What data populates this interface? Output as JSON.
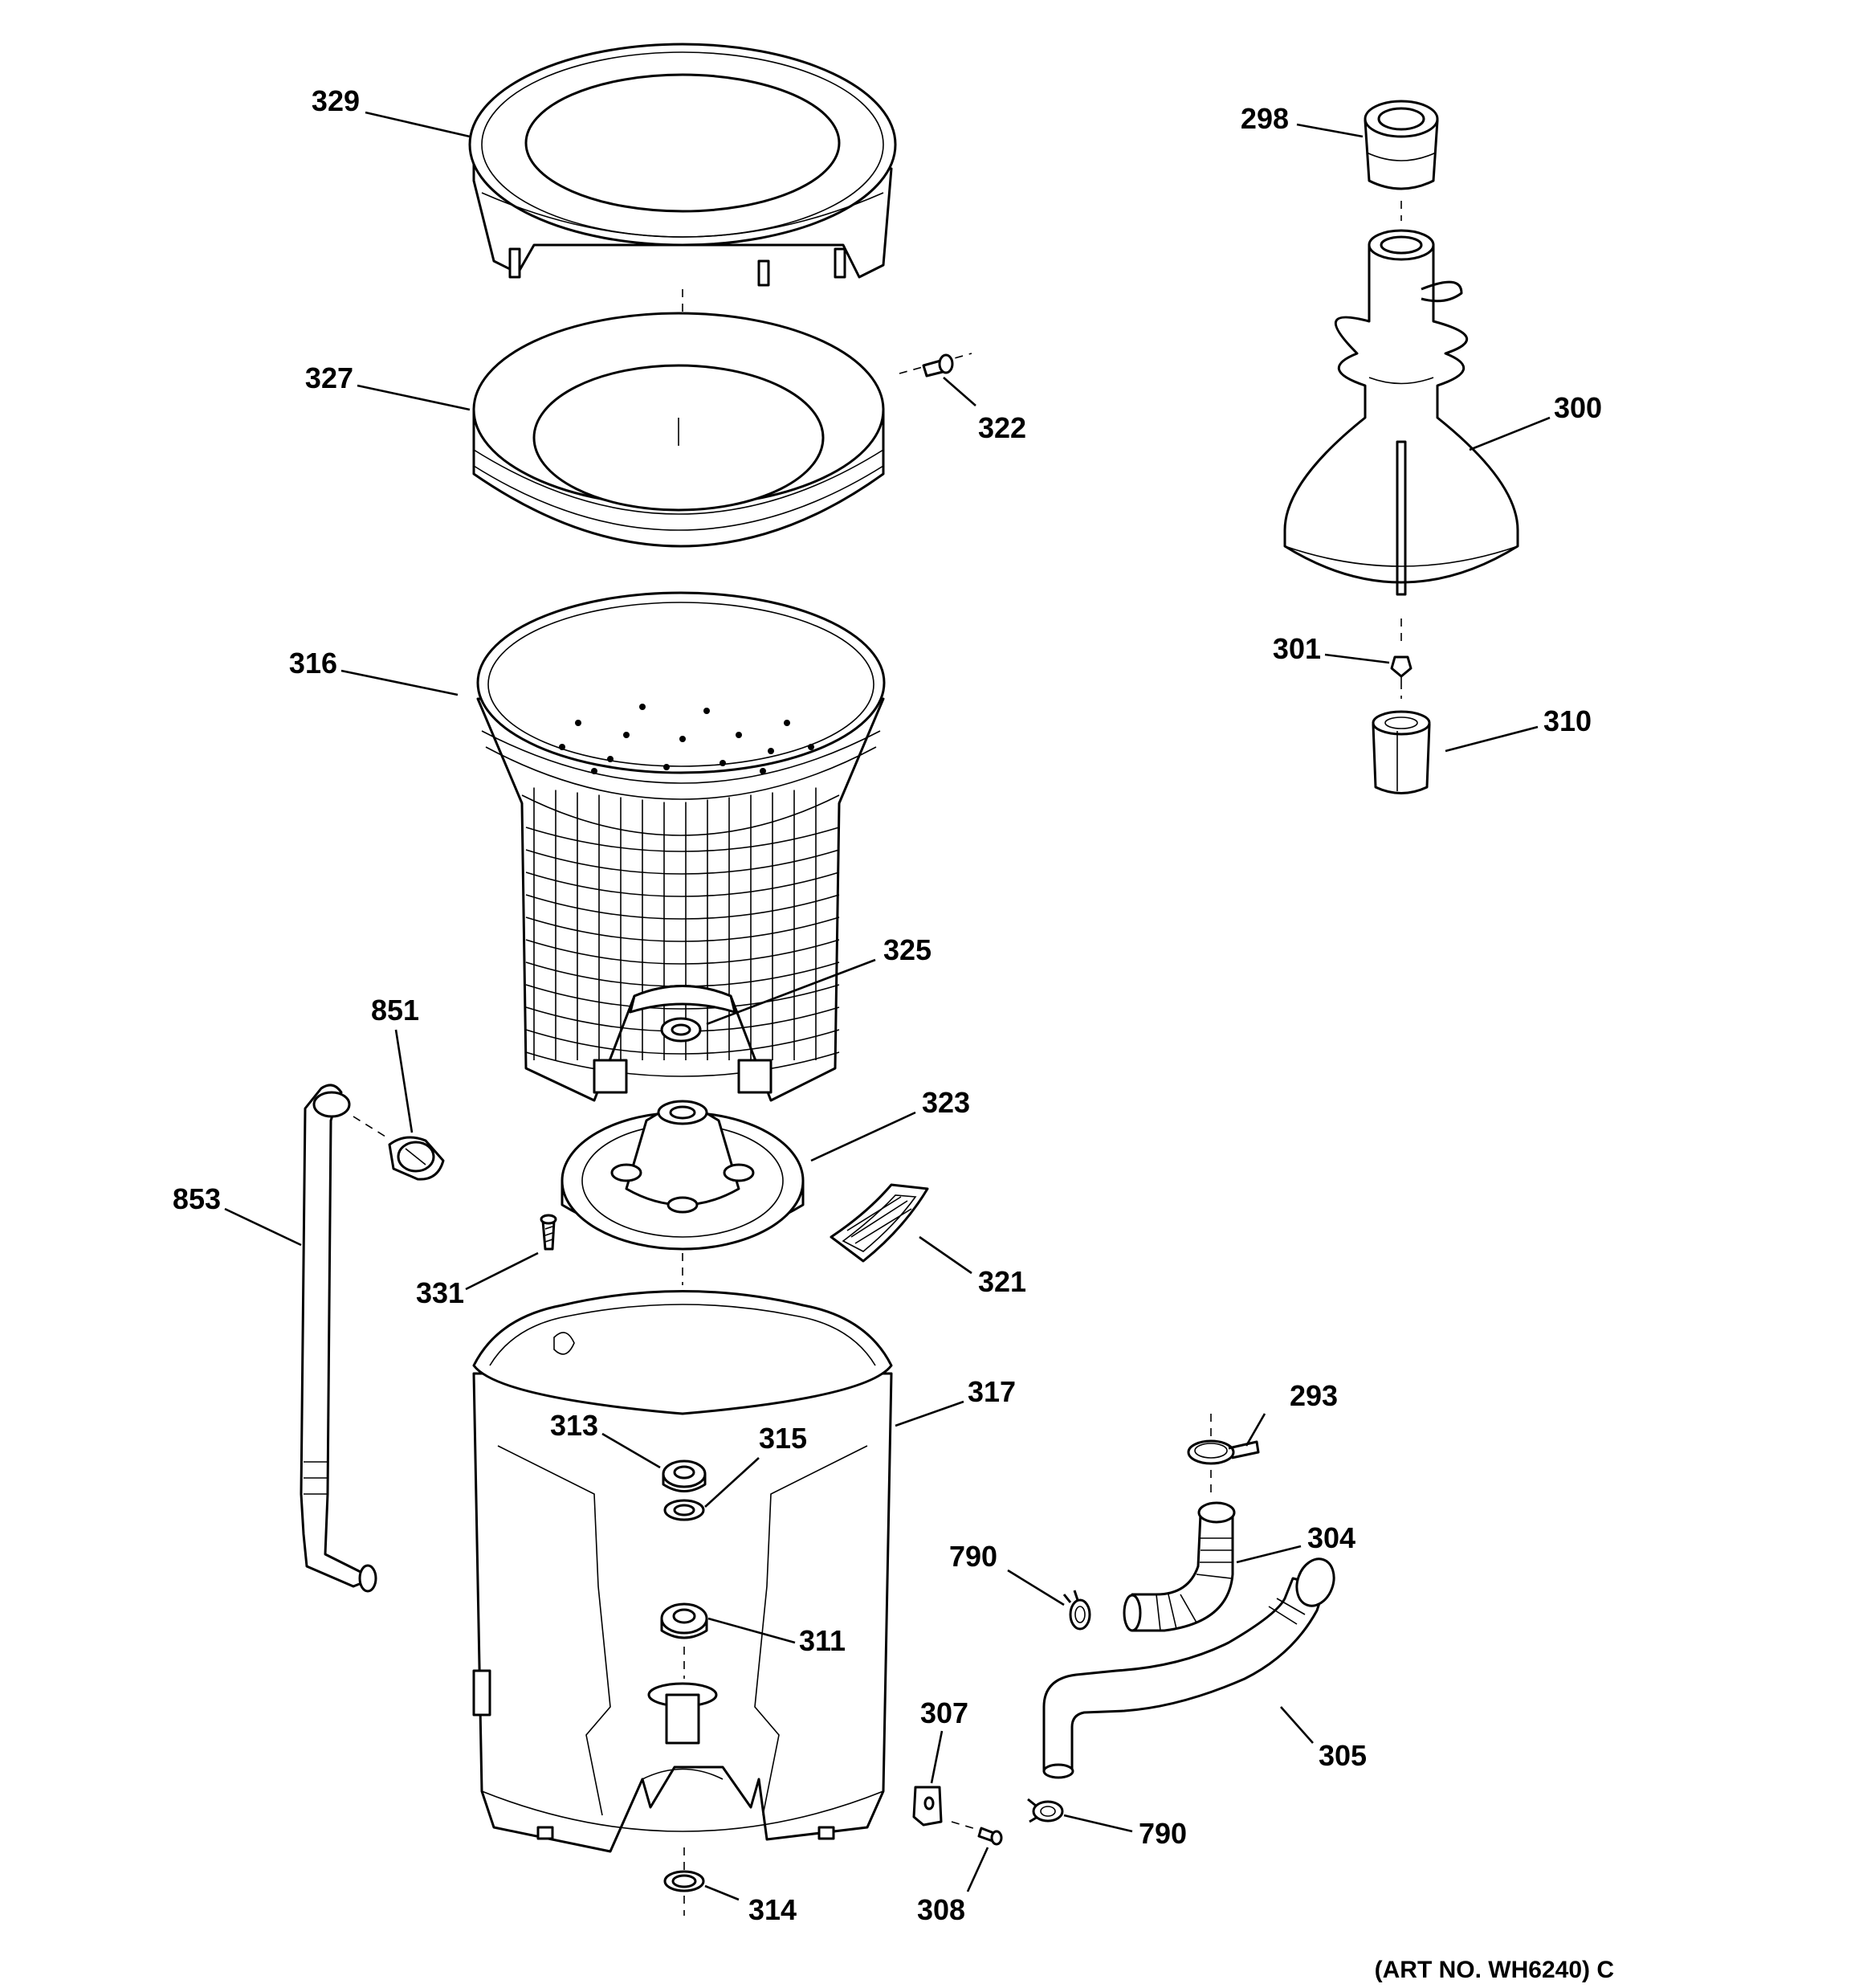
{
  "diagram": {
    "callouts": [
      {
        "id": "329",
        "text": "329"
      },
      {
        "id": "327",
        "text": "327"
      },
      {
        "id": "322",
        "text": "322"
      },
      {
        "id": "316",
        "text": "316"
      },
      {
        "id": "298",
        "text": "298"
      },
      {
        "id": "300",
        "text": "300"
      },
      {
        "id": "301",
        "text": "301"
      },
      {
        "id": "310",
        "text": "310"
      },
      {
        "id": "325",
        "text": "325"
      },
      {
        "id": "851",
        "text": "851"
      },
      {
        "id": "323",
        "text": "323"
      },
      {
        "id": "853",
        "text": "853"
      },
      {
        "id": "331",
        "text": "331"
      },
      {
        "id": "321",
        "text": "321"
      },
      {
        "id": "317",
        "text": "317"
      },
      {
        "id": "293",
        "text": "293"
      },
      {
        "id": "313",
        "text": "313"
      },
      {
        "id": "315",
        "text": "315"
      },
      {
        "id": "790a",
        "text": "790"
      },
      {
        "id": "304",
        "text": "304"
      },
      {
        "id": "311",
        "text": "311"
      },
      {
        "id": "307",
        "text": "307"
      },
      {
        "id": "305",
        "text": "305"
      },
      {
        "id": "790b",
        "text": "790"
      },
      {
        "id": "314",
        "text": "314"
      },
      {
        "id": "308",
        "text": "308"
      }
    ],
    "art_number": "(ART NO. WH6240) C"
  }
}
